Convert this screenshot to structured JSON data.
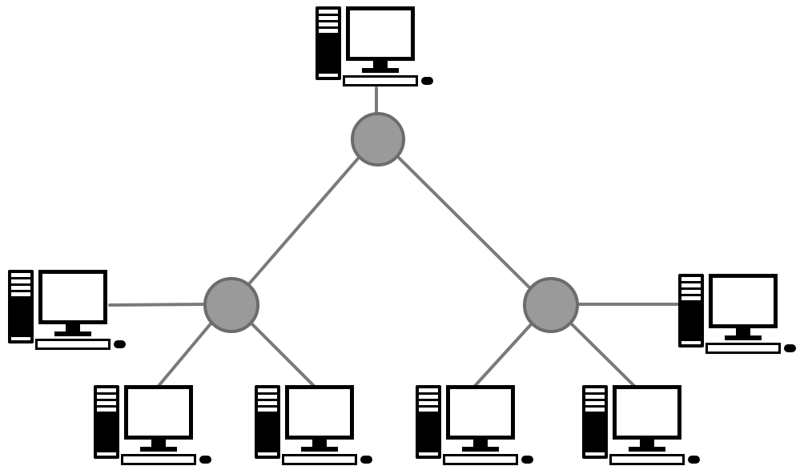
{
  "diagram": {
    "type": "tree-network-topology",
    "colors": {
      "background": "#ffffff",
      "link": "#7a7a7a",
      "hub_fill": "#9a9a9a",
      "hub_stroke": "#6c6c6c",
      "computer": "#000000"
    },
    "hubs": [
      {
        "id": "hub-root"
      },
      {
        "id": "hub-left"
      },
      {
        "id": "hub-right"
      }
    ],
    "computers": [
      {
        "id": "pc-top",
        "icon": "desktop-computer-icon",
        "hub": "hub-root"
      },
      {
        "id": "pc-left-side",
        "icon": "desktop-computer-icon",
        "hub": "hub-left"
      },
      {
        "id": "pc-left-bottom-1",
        "icon": "desktop-computer-icon",
        "hub": "hub-left"
      },
      {
        "id": "pc-left-bottom-2",
        "icon": "desktop-computer-icon",
        "hub": "hub-left"
      },
      {
        "id": "pc-right-bottom-1",
        "icon": "desktop-computer-icon",
        "hub": "hub-right"
      },
      {
        "id": "pc-right-bottom-2",
        "icon": "desktop-computer-icon",
        "hub": "hub-right"
      },
      {
        "id": "pc-right-side",
        "icon": "desktop-computer-icon",
        "hub": "hub-right"
      }
    ],
    "hub_links": [
      {
        "from": "hub-root",
        "to": "hub-left"
      },
      {
        "from": "hub-root",
        "to": "hub-right"
      }
    ]
  }
}
